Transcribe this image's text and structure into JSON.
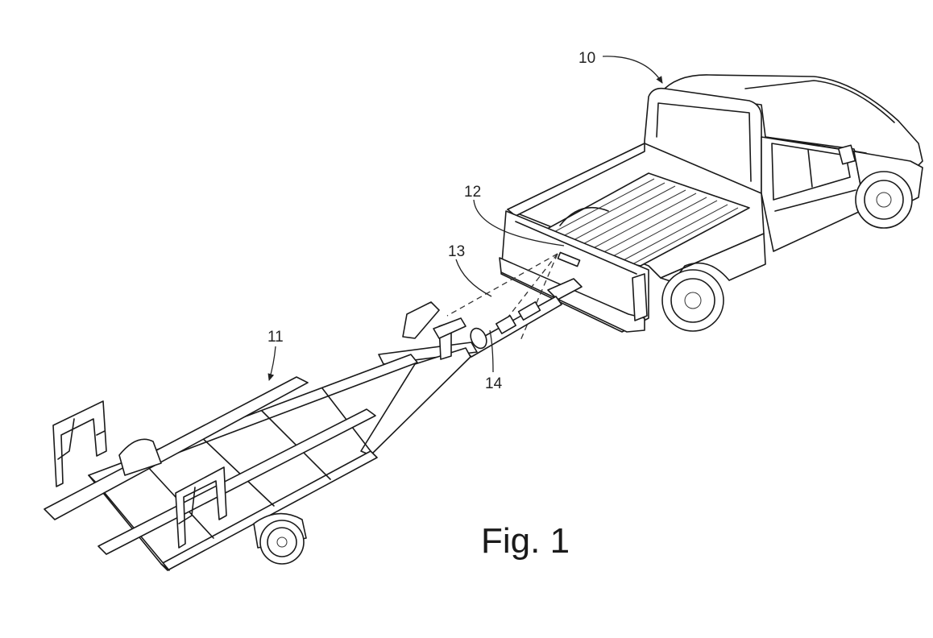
{
  "figure": {
    "caption": "Fig. 1",
    "reference_numerals": {
      "truck": "10",
      "trailer": "11",
      "bed_sensor": "12",
      "signal_path": "13",
      "hitch": "14"
    }
  }
}
